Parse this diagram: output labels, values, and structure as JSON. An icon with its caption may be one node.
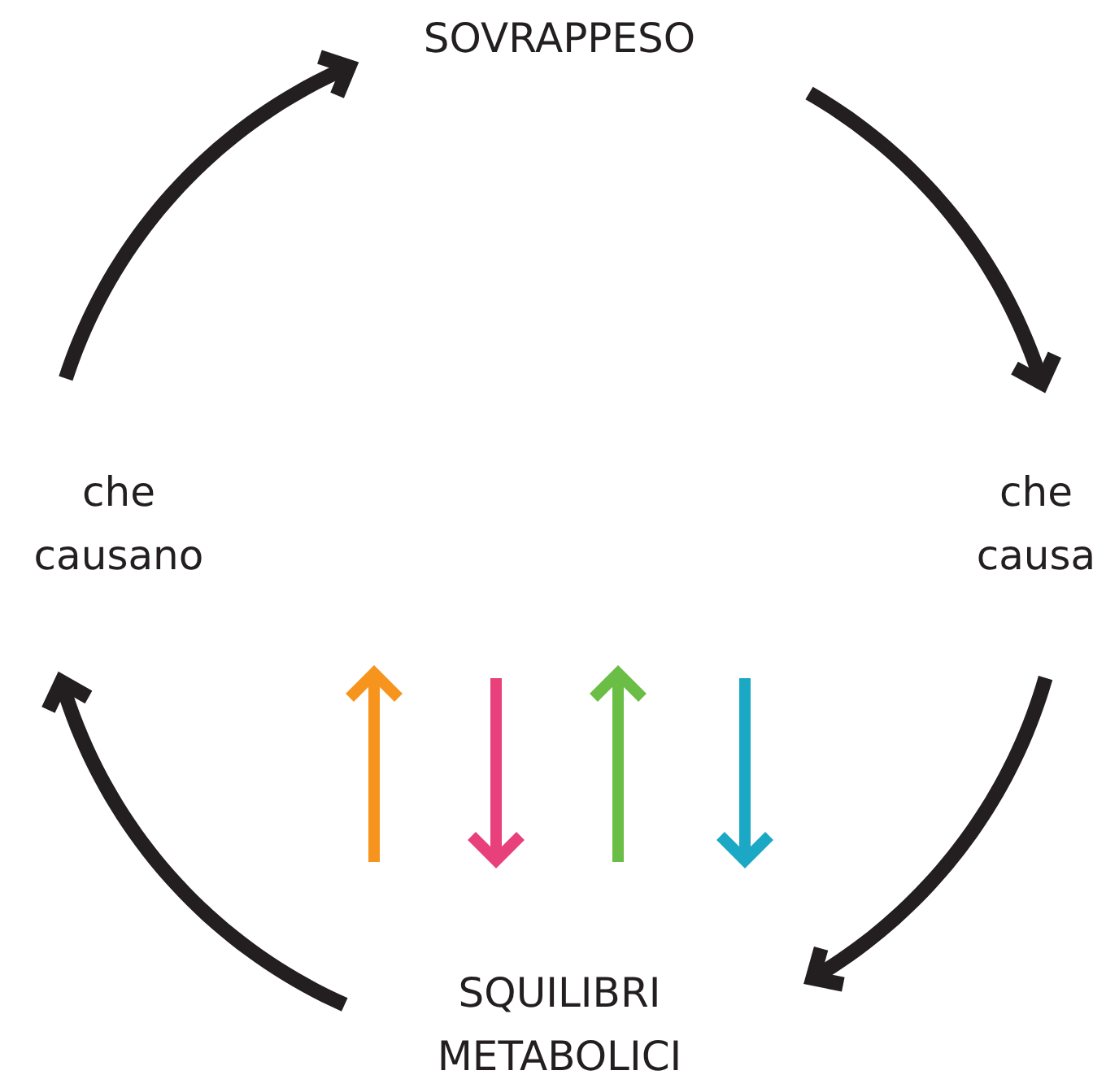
{
  "diagram": {
    "nodes": [
      {
        "text": [
          "SOVRAPPESO"
        ]
      },
      {
        "text": [
          "che causa"
        ]
      },
      {
        "text": [
          "SQUILIBRI METABOLICI"
        ]
      },
      {
        "text": [
          "che causano"
        ]
      }
    ],
    "edges": [
      {
        "from": 0,
        "to": 1,
        "arrow": "to"
      },
      {
        "from": 1,
        "to": 2,
        "arrow": "to"
      },
      {
        "from": 2,
        "to": 3,
        "arrow": "to"
      },
      {
        "from": 3,
        "to": 0,
        "arrow": "to"
      }
    ]
  }
}
